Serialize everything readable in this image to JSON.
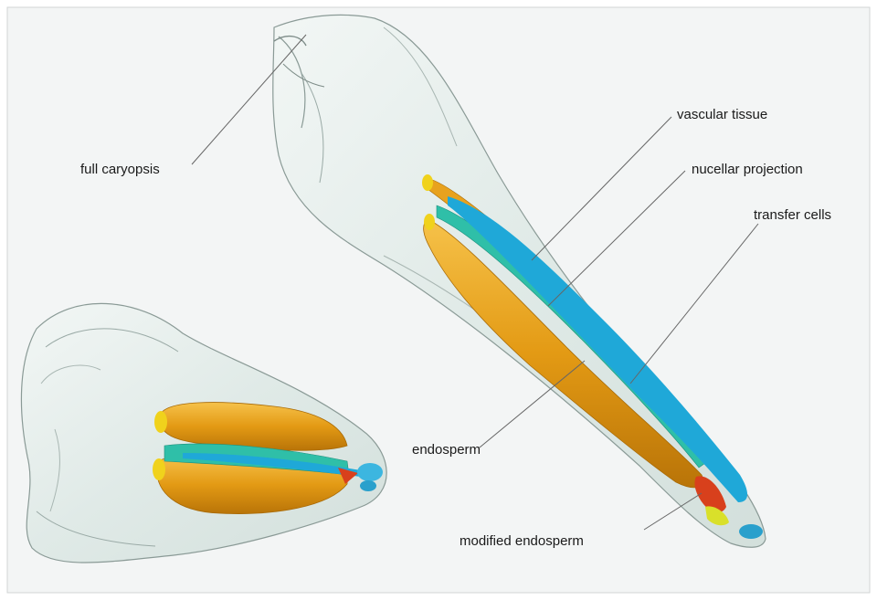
{
  "figure": {
    "labels": {
      "full_caryopsis": "full caryopsis",
      "vascular_tissue": "vascular tissue",
      "nucellar_projection": "nucellar projection",
      "transfer_cells": "transfer cells",
      "endosperm": "endosperm",
      "modified_endosperm": "modified endosperm"
    },
    "colors": {
      "background": "#f3f5f5",
      "shell_fill": "#dfe9e6",
      "shell_stroke": "#8a9a96",
      "endosperm": "#e8a21e",
      "endosperm_dark": "#c47f0c",
      "nucellar_projection": "#2fbfa8",
      "vascular_tissue": "#1fa8d8",
      "transfer_cells": "#d8401c",
      "modified_endosperm": "#d9e02a",
      "leader_line": "#666666"
    }
  }
}
